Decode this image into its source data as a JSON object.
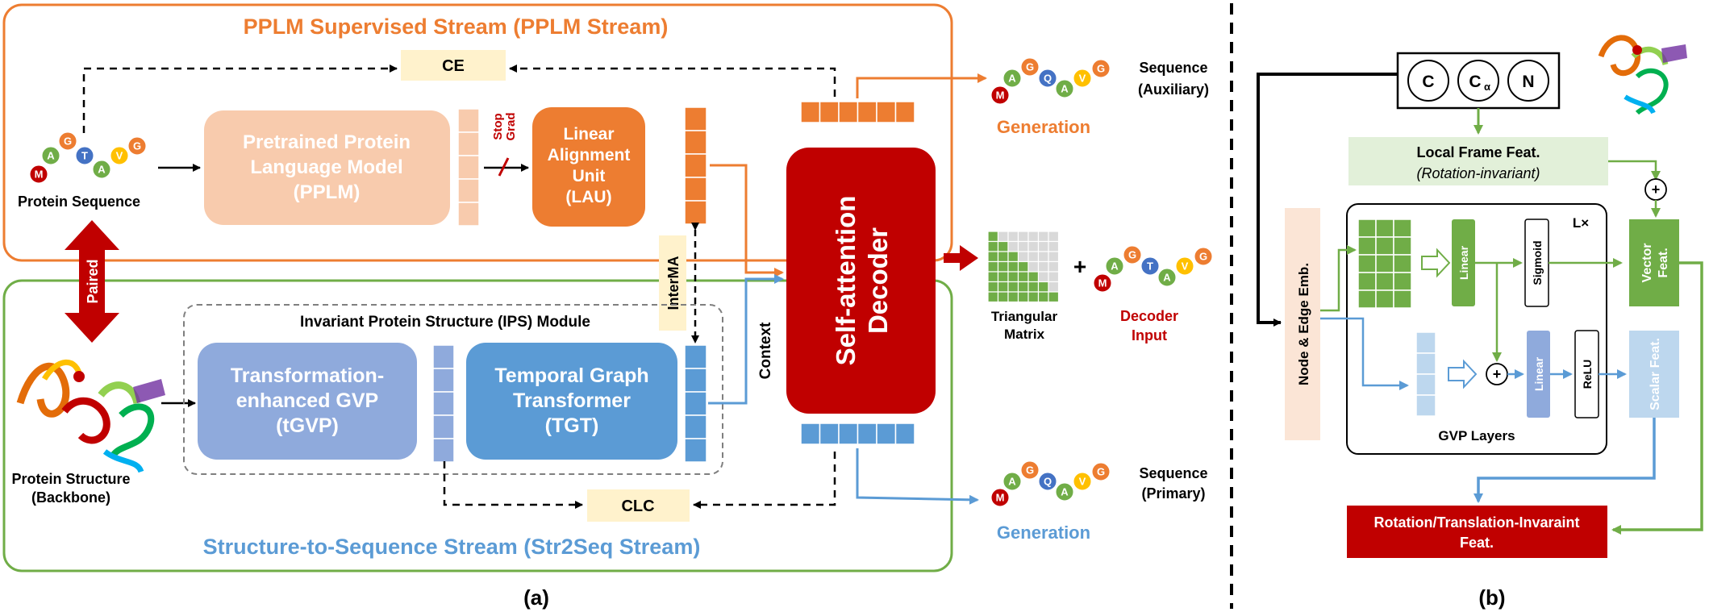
{
  "panel_a": {
    "pplm_stream_title": "PPLM  Supervised Stream (PPLM Stream)",
    "str2seq_stream_title": "Structure-to-Sequence Stream (Str2Seq Stream)",
    "ce_label": "CE",
    "clc_label": "CLC",
    "protein_sequence_label": "Protein Sequence",
    "protein_structure_label": [
      "Protein Structure",
      "(Backbone)"
    ],
    "paired_label": "Paired",
    "pplm_box": [
      "Pretrained Protein",
      "Language Model",
      "(PPLM)"
    ],
    "stop_grad": [
      "Stop",
      "Grad"
    ],
    "lau_box": [
      "Linear",
      "Alignment",
      "Unit",
      "(LAU)"
    ],
    "interma_label": "InterMA",
    "context_label": "Context",
    "ips_module_title": "Invariant Protein Structure (IPS) Module",
    "tgvp_box": [
      "Transformation-",
      "enhanced GVP",
      "(tGVP)"
    ],
    "tgt_box": [
      "Temporal Graph",
      "Transformer",
      "(TGT)"
    ],
    "decoder_label": [
      "Self-attention",
      "Decoder"
    ],
    "generation_aux": "Generation",
    "generation_primary": "Generation",
    "sequence_aux": [
      "Sequence",
      "(Auxiliary)"
    ],
    "sequence_primary": [
      "Sequence",
      "(Primary)"
    ],
    "triangular_matrix": [
      "Triangular",
      "Matrix"
    ],
    "decoder_input": [
      "Decoder",
      "Input"
    ],
    "plus": "+",
    "input_seq_letters": [
      "M",
      "A",
      "G",
      "T",
      "A",
      "V",
      "G"
    ],
    "output_seq_letters": [
      "M",
      "A",
      "G",
      "Q",
      "A",
      "V",
      "G"
    ],
    "caption": "(a)"
  },
  "panel_b": {
    "atoms": [
      "C",
      "C",
      "N"
    ],
    "atom_subscript": "α",
    "local_frame": [
      "Local Frame Feat.",
      "(Rotation-invariant)"
    ],
    "node_edge_emb": "Node  & Edge Emb.",
    "layers_mark": "L×",
    "linear_label": "Linear",
    "sigmoid_label": "Sigmoid",
    "relu_label": "ReLU",
    "vector_feat": [
      "Vector",
      "Feat."
    ],
    "scalar_feat": "Scalar Feat.",
    "gvp_layers": "GVP Layers",
    "plus": "+",
    "rot_trans": [
      "Rotation/Translation-Invaraint",
      "Feat."
    ],
    "caption": "(b)"
  },
  "colors": {
    "orange": "#ED7D31",
    "orange_light": "#F4B183",
    "orange_box": "#F8CBAD",
    "green": "#70AD47",
    "blue": "#5B9BD5",
    "blue_light": "#8FAADC",
    "red": "#C00000",
    "cream": "#FFF2CC",
    "local_frame_bg": "#E2F0D9",
    "node_edge_bg": "#FBE5D6"
  }
}
